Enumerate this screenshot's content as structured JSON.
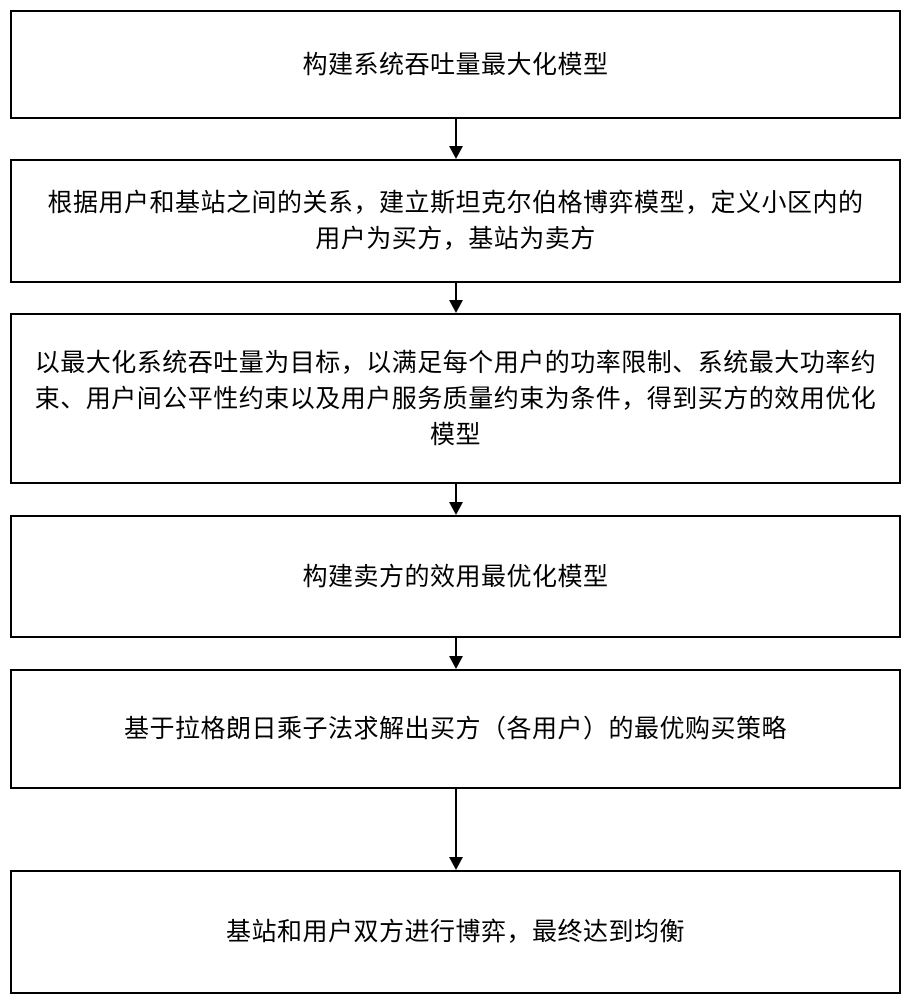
{
  "flowchart": {
    "steps": [
      {
        "text": "构建系统吞吐量最大化模型"
      },
      {
        "text": "根据用户和基站之间的关系，建立斯坦克尔伯格博弈模型，定义小区内的用户为买方，基站为卖方"
      },
      {
        "text": "以最大化系统吞吐量为目标，以满足每个用户的功率限制、系统最大功率约束、用户间公平性约束以及用户服务质量约束为条件，得到买方的效用优化模型"
      },
      {
        "text": "构建卖方的效用最优化模型"
      },
      {
        "text": "基于拉格朗日乘子法求解出买方（各用户）的最优购买策略"
      },
      {
        "text": "基站和用户双方进行博弈，最终达到均衡"
      }
    ],
    "colors": {
      "line": "#000000",
      "background": "#ffffff"
    }
  }
}
